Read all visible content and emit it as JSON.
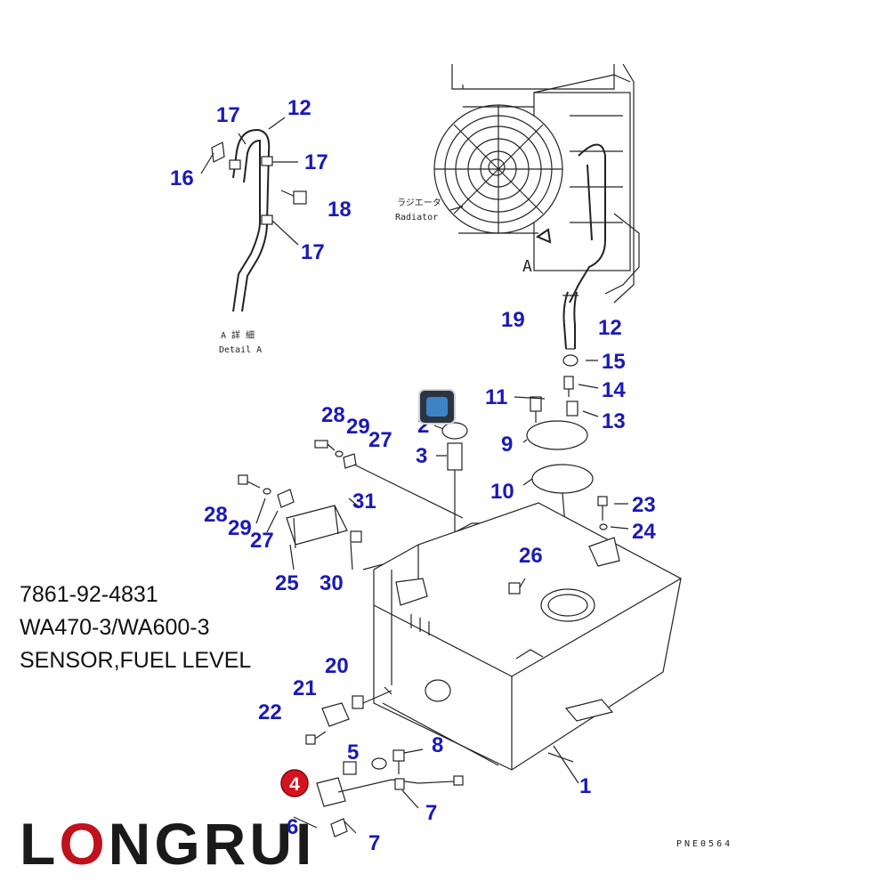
{
  "part_info": {
    "part_number": "7861-92-4831",
    "models": "WA470-3/WA600-3",
    "description": "SENSOR,FUEL LEVEL"
  },
  "annotations": {
    "radiator_jp": "ラジエータ",
    "radiator_en": "Radiator",
    "view_a": "A",
    "detail_jp": "A 詳 細",
    "detail_en": "Detail A"
  },
  "callouts": [
    {
      "id": "c17a",
      "text": "17"
    },
    {
      "id": "c12a",
      "text": "12"
    },
    {
      "id": "c16",
      "text": "16"
    },
    {
      "id": "c17b",
      "text": "17"
    },
    {
      "id": "c18",
      "text": "18"
    },
    {
      "id": "c17c",
      "text": "17"
    },
    {
      "id": "c19",
      "text": "19"
    },
    {
      "id": "c12b",
      "text": "12"
    },
    {
      "id": "c15",
      "text": "15"
    },
    {
      "id": "c14",
      "text": "14"
    },
    {
      "id": "c11",
      "text": "11"
    },
    {
      "id": "c13",
      "text": "13"
    },
    {
      "id": "c9",
      "text": "9"
    },
    {
      "id": "c10",
      "text": "10"
    },
    {
      "id": "c2",
      "text": "2"
    },
    {
      "id": "c3",
      "text": "3"
    },
    {
      "id": "c28a",
      "text": "28"
    },
    {
      "id": "c29a",
      "text": "29"
    },
    {
      "id": "c27a",
      "text": "27"
    },
    {
      "id": "c31",
      "text": "31"
    },
    {
      "id": "c28b",
      "text": "28"
    },
    {
      "id": "c29b",
      "text": "29"
    },
    {
      "id": "c27b",
      "text": "27"
    },
    {
      "id": "c25",
      "text": "25"
    },
    {
      "id": "c30",
      "text": "30"
    },
    {
      "id": "c26",
      "text": "26"
    },
    {
      "id": "c23",
      "text": "23"
    },
    {
      "id": "c24",
      "text": "24"
    },
    {
      "id": "c20",
      "text": "20"
    },
    {
      "id": "c21",
      "text": "21"
    },
    {
      "id": "c22",
      "text": "22"
    },
    {
      "id": "c5",
      "text": "5"
    },
    {
      "id": "c8",
      "text": "8"
    },
    {
      "id": "c1",
      "text": "1"
    },
    {
      "id": "c7a",
      "text": "7"
    },
    {
      "id": "c6",
      "text": "6"
    },
    {
      "id": "c7b",
      "text": "7"
    }
  ],
  "highlight": {
    "text": "4",
    "color": "#d7121f"
  },
  "brand": {
    "prefix": "L",
    "mark": "O",
    "rest": "NGRUI",
    "mark_color": "#c0121c"
  },
  "drawing_code": "PNE0564",
  "label_color": "#1a1ab8"
}
